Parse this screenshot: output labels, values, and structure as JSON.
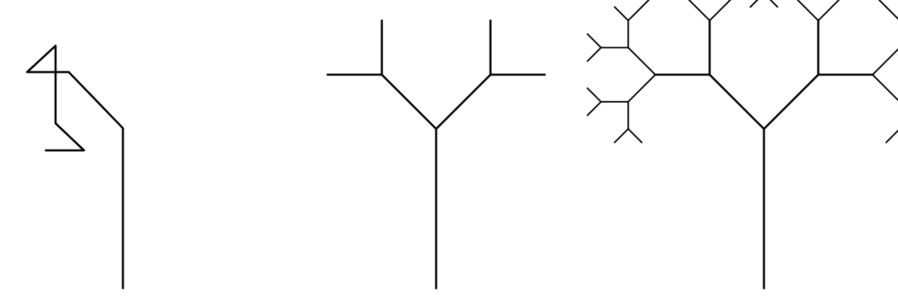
{
  "figures": [
    {
      "name": "figure-bent-path",
      "kind": "polyline"
    },
    {
      "name": "figure-tree-depth-2",
      "kind": "tree",
      "depth": 2
    },
    {
      "name": "figure-tree-depth-5",
      "kind": "tree",
      "depth": 5
    }
  ],
  "colors": {
    "stroke": "#000000",
    "background": "#ffffff"
  }
}
